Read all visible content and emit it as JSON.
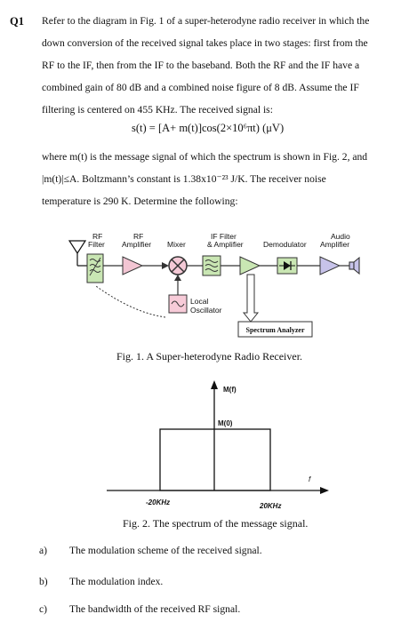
{
  "question": {
    "number": "Q1",
    "intro_lines": [
      "Refer to the diagram in Fig. 1 of a super-heterodyne radio receiver in which the",
      "down conversion of the received signal takes place in two stages: first from the",
      "RF to the IF, then from the IF to the baseband. Both the RF and the IF have a",
      "combined gain of 80 dB and a combined noise figure of 8 dB. Assume the IF",
      "filtering is centered on 455 KHz. The received signal is:"
    ],
    "formula": "s(t) = [A+ m(t)]cos(2×10⁶πt)    (μV)",
    "after_lines": [
      "where m(t) is the message signal of which the spectrum is shown in Fig. 2, and",
      "|m(t)|≤A.  Boltzmann’s constant is 1.38x10⁻²³ J/K. The receiver noise",
      "temperature is 290 K. Determine the following:"
    ]
  },
  "fig1": {
    "labels": {
      "rf_filter": [
        "RF",
        "Filter"
      ],
      "rf_amplifier": [
        "RF",
        "Amplifier"
      ],
      "mixer": "Mixer",
      "if_filter": [
        "IF Filter",
        "& Amplifier"
      ],
      "demodulator": "Demodulator",
      "audio_amplifier": [
        "Audio",
        "Amplifier"
      ],
      "local_oscillator": [
        "Local",
        "Oscillator"
      ],
      "spectrum_analyzer": "Spectrum Analyzer"
    },
    "caption": "Fig. 1. A Super-heterodyne Radio Receiver."
  },
  "fig2": {
    "y_label": "M(f)",
    "peak_label": "M(0)",
    "x_label": "f",
    "left_tick": "-20KHz",
    "right_tick": "20KHz",
    "caption": "Fig. 2. The spectrum of the message signal."
  },
  "chart_data": {
    "type": "area",
    "title": "",
    "x_ticks": [
      "-20KHz",
      "20KHz"
    ],
    "points": [
      {
        "x_khz": -20,
        "y": "M(0)"
      },
      {
        "x_khz": 20,
        "y": "M(0)"
      }
    ],
    "ylabel": "M(f)",
    "xlabel": "f"
  },
  "items": [
    {
      "label": "a)",
      "text": "The modulation scheme of the received signal."
    },
    {
      "label": "b)",
      "text": "The modulation index."
    },
    {
      "label": "c)",
      "text": "The bandwidth of the received RF signal."
    }
  ],
  "colors": {
    "filter_green": "#c9e6b3",
    "amp_pink": "#f2c5d3",
    "mixer_pink": "#f4c9d6",
    "oscillator_pink": "#f7cbd8",
    "demod_green": "#c9e6b3",
    "audio_purple": "#c7c3ea"
  }
}
